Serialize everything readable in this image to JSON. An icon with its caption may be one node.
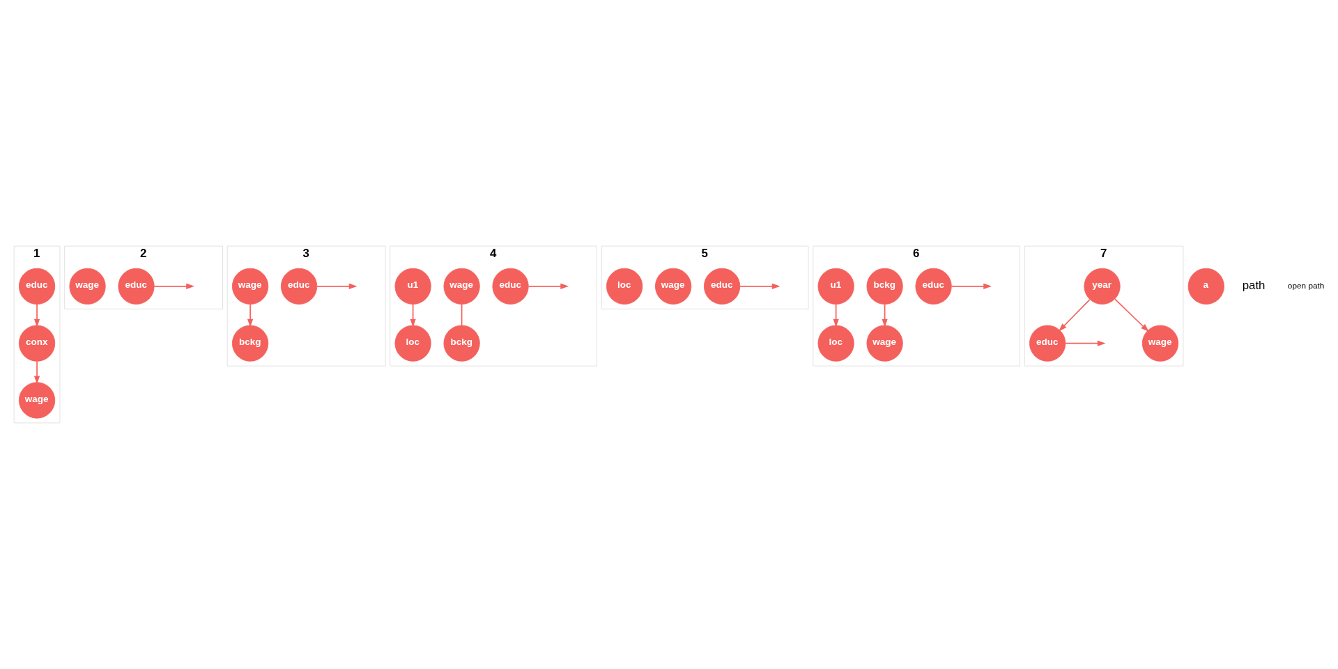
{
  "diagram": {
    "nodes": [
      {
        "text": [
          "1"
        ]
      },
      {
        "text": [
          "conx"
        ],
        "in": 0
      },
      {
        "text": [
          "educ"
        ],
        "in": 0
      },
      {
        "text": [
          "wage"
        ],
        "in": 0
      },
      {
        "text": [
          "2"
        ]
      },
      {
        "text": [
          "educ"
        ],
        "in": 4
      },
      {
        "text": [
          "wage"
        ],
        "in": 4
      },
      {
        "text": [
          "3"
        ]
      },
      {
        "text": [
          "educ"
        ],
        "in": 7
      },
      {
        "text": [
          "wage"
        ],
        "in": 7
      },
      {
        "text": [
          "bckg"
        ],
        "in": 7
      },
      {
        "text": [
          "4"
        ]
      },
      {
        "text": [
          "educ"
        ],
        "in": 11
      },
      {
        "text": [
          "wage"
        ],
        "in": 11
      },
      {
        "text": [
          "loc"
        ],
        "in": 11
      },
      {
        "text": [
          "bckg"
        ],
        "in": 11
      },
      {
        "text": [
          "u1"
        ],
        "in": 11
      },
      {
        "text": [
          "5"
        ]
      },
      {
        "text": [
          "educ"
        ],
        "in": 17
      },
      {
        "text": [
          "wage"
        ],
        "in": 17
      },
      {
        "text": [
          "loc"
        ],
        "in": 17
      },
      {
        "text": [
          "6"
        ]
      },
      {
        "text": [
          "educ"
        ],
        "in": 21
      },
      {
        "text": [
          "wage"
        ],
        "in": 21
      },
      {
        "text": [
          "loc"
        ],
        "in": 21
      },
      {
        "text": [
          "bckg"
        ],
        "in": 21
      },
      {
        "text": [
          "u1"
        ],
        "in": 21
      },
      {
        "text": [
          "7"
        ]
      },
      {
        "text": [
          "educ"
        ],
        "in": 27
      },
      {
        "text": [
          "wage"
        ],
        "in": 27
      },
      {
        "text": [
          "year"
        ],
        "in": 27
      },
      {
        "text": [
          "a"
        ]
      }
    ],
    "edges": [
      {
        "from": 2,
        "to": 1,
        "arrow": "to"
      },
      {
        "from": 1,
        "to": 3,
        "arrow": "to"
      },
      {
        "from": 5,
        "to": null,
        "arrow": "to"
      },
      {
        "from": 8,
        "to": null,
        "arrow": "to"
      },
      {
        "from": 9,
        "to": 10,
        "arrow": "to"
      },
      {
        "from": 12,
        "to": null,
        "arrow": "to"
      },
      {
        "from": 13,
        "to": 15,
        "arrow": "none"
      },
      {
        "from": 16,
        "to": 14,
        "arrow": "to"
      },
      {
        "from": 18,
        "to": null,
        "arrow": "to"
      },
      {
        "from": 22,
        "to": null,
        "arrow": "to"
      },
      {
        "from": 25,
        "to": 23,
        "arrow": "to"
      },
      {
        "from": 26,
        "to": 24,
        "arrow": "to"
      },
      {
        "from": 28,
        "to": null,
        "arrow": "to"
      },
      {
        "from": 30,
        "to": 28,
        "arrow": "to"
      },
      {
        "from": 30,
        "to": 29,
        "arrow": "to"
      }
    ],
    "labels": [
      "path"
    ],
    "legend": [
      {
        "text": "open path"
      }
    ]
  }
}
